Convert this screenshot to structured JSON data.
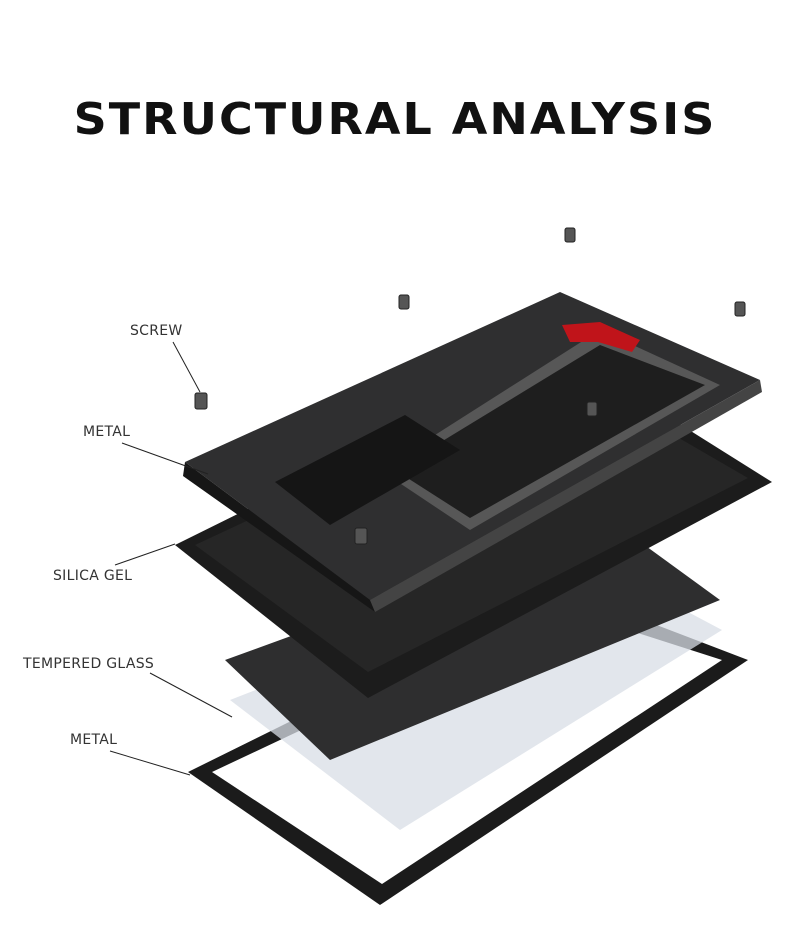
{
  "title": "STRUCTURAL ANALYSIS",
  "labels": {
    "screw": "SCREW",
    "metal_top": "METAL",
    "silica_gel": "SILICA GEL",
    "tempered_glass": "TEMPERED GLASS",
    "metal_bottom": "METAL"
  },
  "colors": {
    "accent_latch": "#c0141a",
    "metal": "#2a2a2a",
    "glass": "#d8dde6"
  }
}
